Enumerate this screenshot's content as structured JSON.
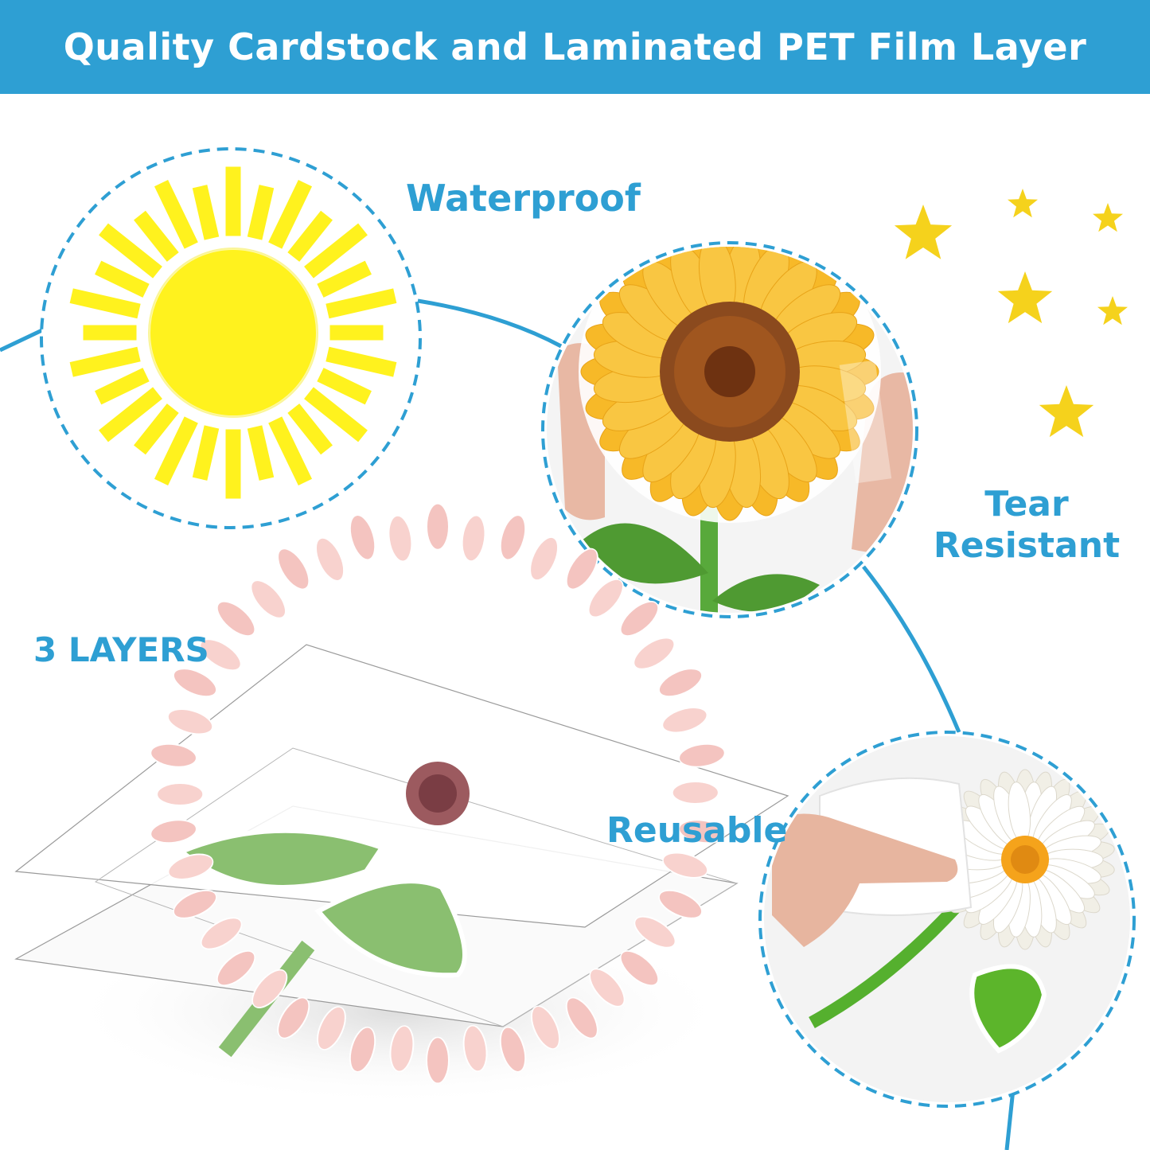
{
  "banner": {
    "title": "Quality Cardstock and Laminated PET Film Layer",
    "color": "#2e9fd3"
  },
  "features": {
    "waterproof": "Waterproof",
    "tear_line1": "Tear",
    "tear_line2": "Resistant",
    "layers": "3 LAYERS",
    "reusable": "Reusable"
  },
  "colors": {
    "accent": "#2e9fd3",
    "sun": "#fff21e",
    "star": "#f5d21c",
    "sunflower_petal": "#f7b928",
    "leaf": "#58a93b",
    "pink_petal": "#f4c4c0"
  }
}
